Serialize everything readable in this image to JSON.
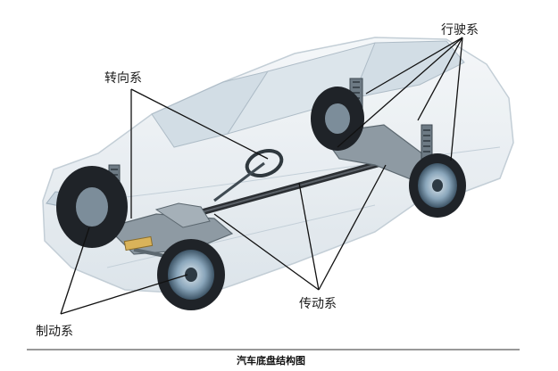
{
  "labels": {
    "running_system": "行驶系",
    "steering_system": "转向系",
    "transmission_system": "传动系",
    "braking_system": "制动系"
  },
  "caption": "汽车底盘结构图",
  "colors": {
    "car_body": "#e6edf2",
    "car_outline": "#b9c6d0",
    "glass": "#d2dde5",
    "tire": "#1f2328",
    "rim": "#6f8fa8",
    "frame": "#7d8a93",
    "drive_shaft": "#2b2f33",
    "leader": "#111111"
  }
}
